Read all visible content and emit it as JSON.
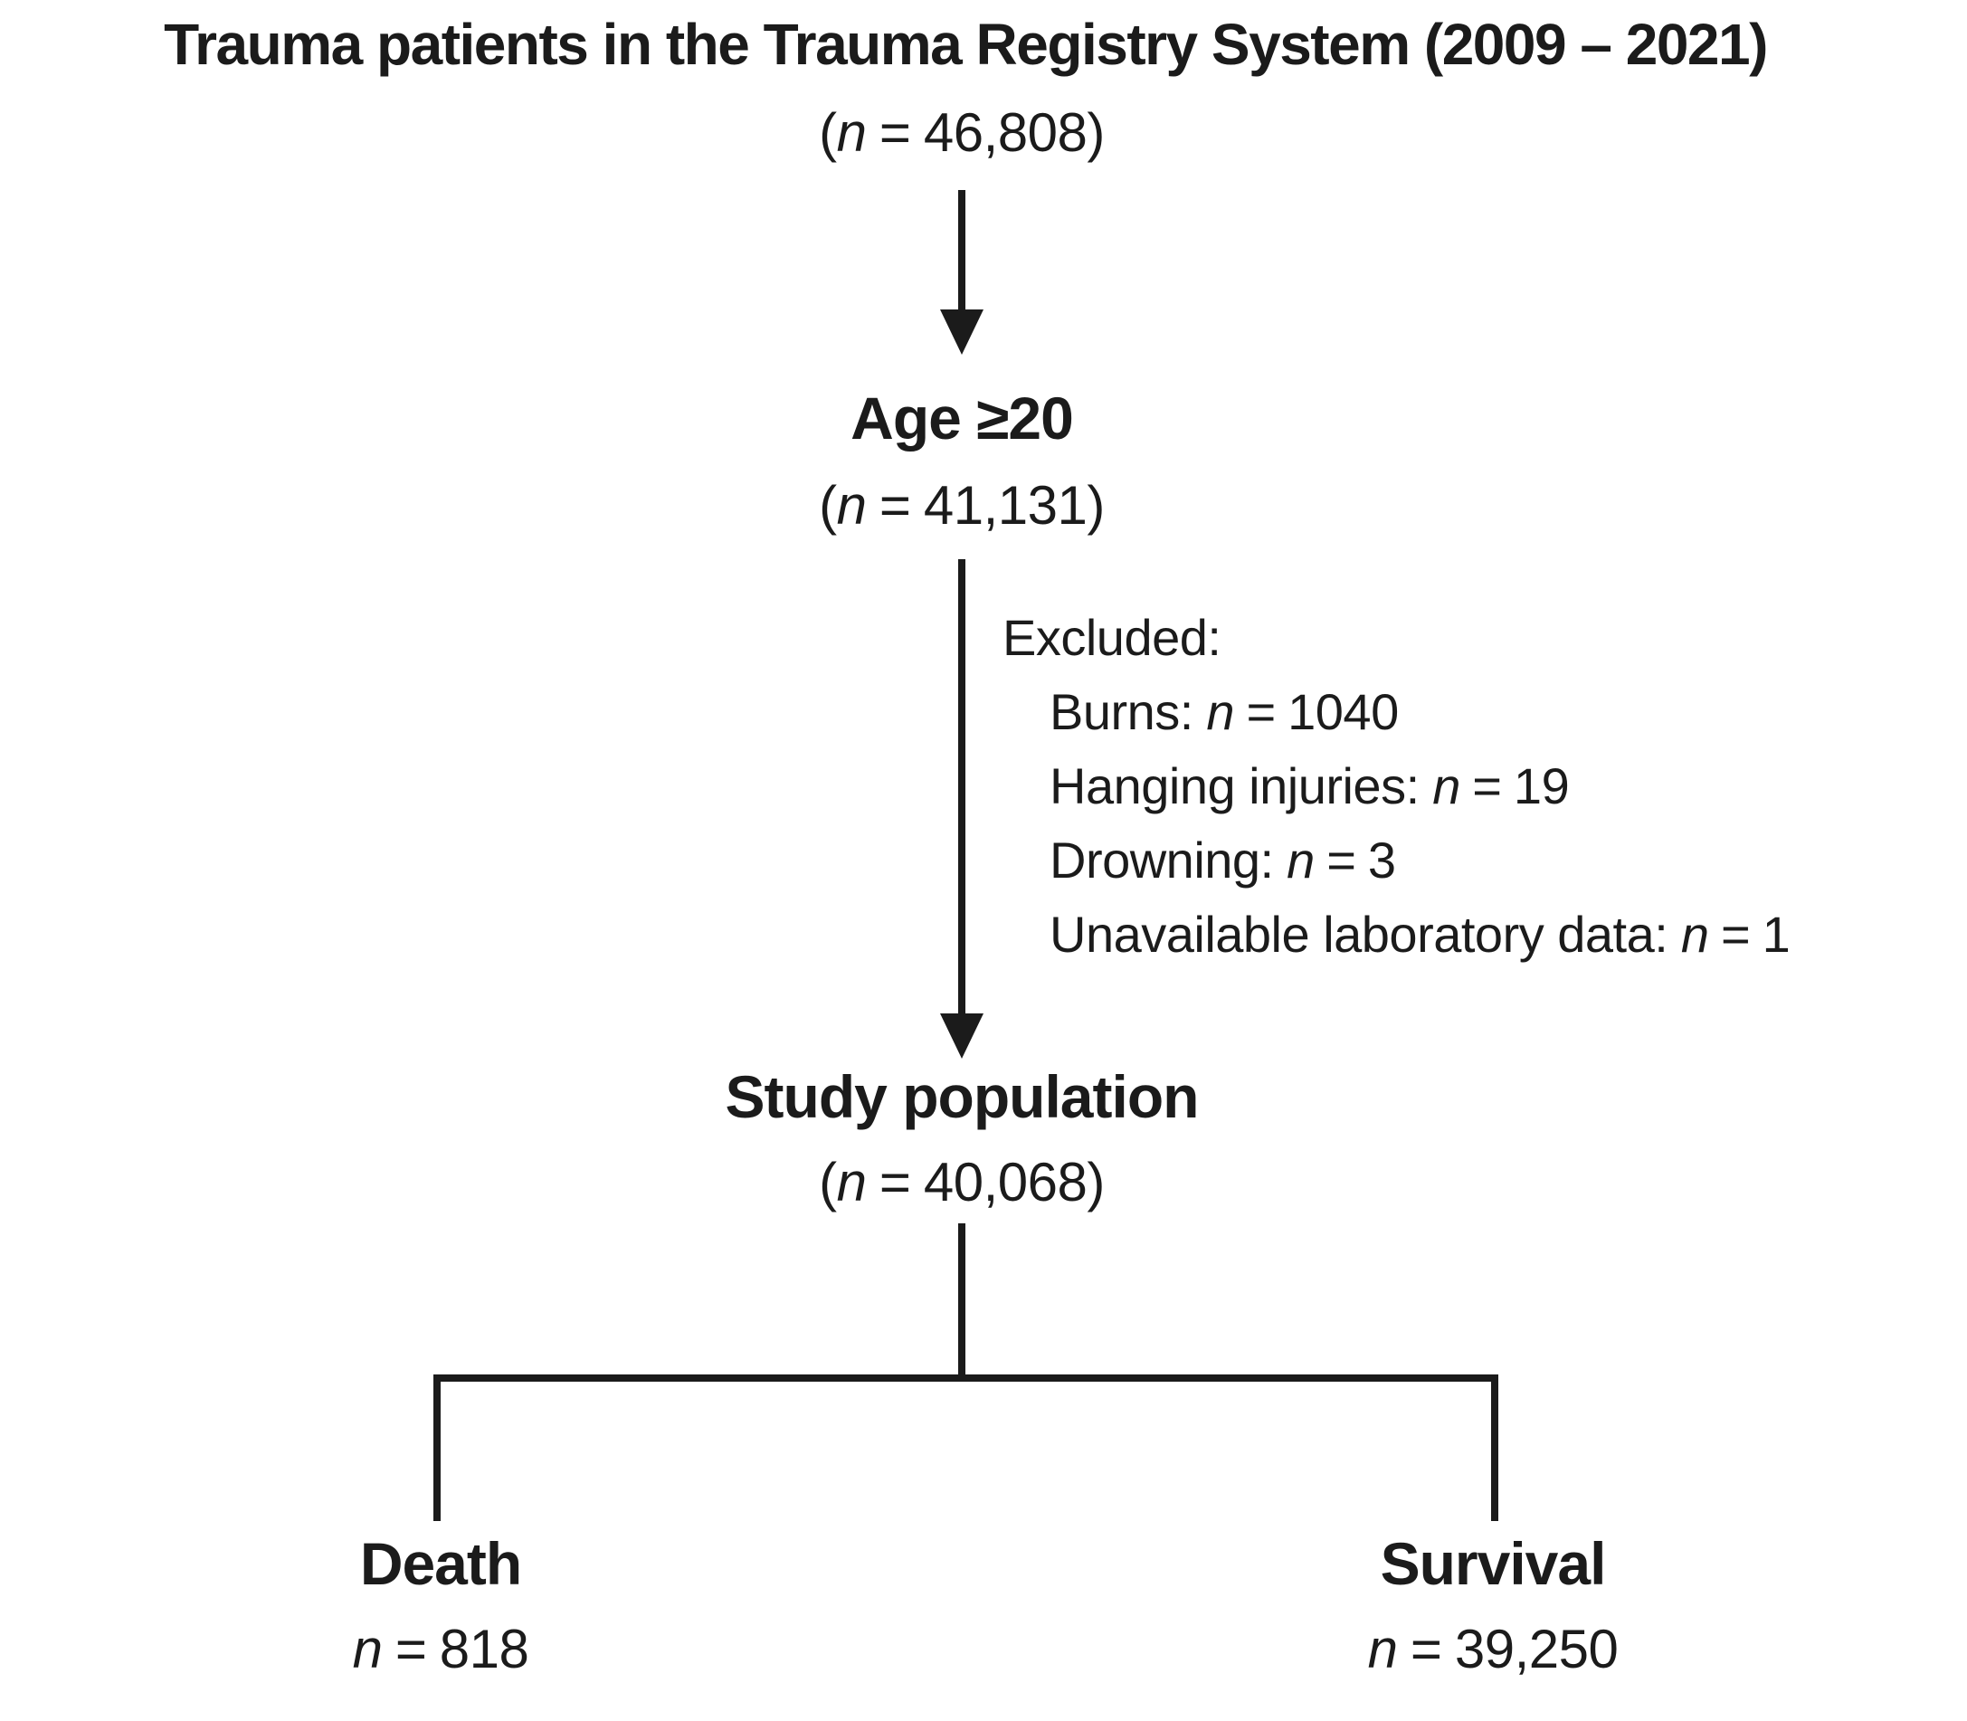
{
  "colors": {
    "ink": "#1b1b1b",
    "background": "#ffffff"
  },
  "flow": {
    "registry": {
      "title": "Trauma patients in the Trauma Registry System (2009 – 2021)",
      "count": {
        "prefix": "(",
        "symbol": "n",
        "equals": "=",
        "value": "46,808",
        "suffix": ")"
      }
    },
    "age": {
      "title": "Age ≥20",
      "count": {
        "prefix": "(",
        "symbol": "n",
        "equals": "=",
        "value": "41,131",
        "suffix": ")"
      }
    },
    "excluded": {
      "header": "Excluded:",
      "items": [
        {
          "label": "Burns:",
          "symbol": "n",
          "equals": "=",
          "value": "1040"
        },
        {
          "label": "Hanging injuries:",
          "symbol": "n",
          "equals": "=",
          "value": "19"
        },
        {
          "label": "Drowning:",
          "symbol": "n",
          "equals": "=",
          "value": "3"
        },
        {
          "label": "Unavailable laboratory data:",
          "symbol": "n",
          "equals": "=",
          "value": "1"
        }
      ]
    },
    "study": {
      "title": "Study population",
      "count": {
        "prefix": "(",
        "symbol": "n",
        "equals": "=",
        "value": "40,068",
        "suffix": ")"
      }
    },
    "death": {
      "title": "Death",
      "count": {
        "prefix": "",
        "symbol": "n",
        "equals": "=",
        "value": "818",
        "suffix": ""
      }
    },
    "survival": {
      "title": "Survival",
      "count": {
        "prefix": "",
        "symbol": "n",
        "equals": "=",
        "value": "39,250",
        "suffix": ""
      }
    }
  }
}
